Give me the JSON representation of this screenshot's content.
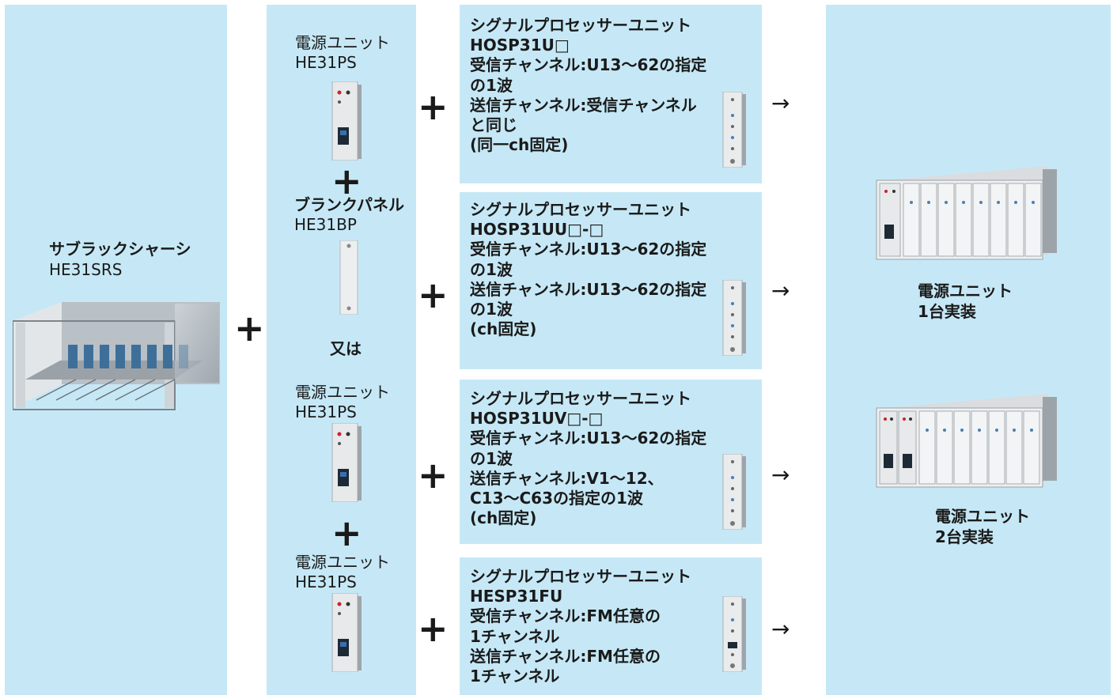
{
  "chassis": {
    "title": "サブラックシャーシ",
    "model": "HE31SRS"
  },
  "power_col": {
    "top": {
      "title": "電源ユニット",
      "model": "HE31PS"
    },
    "blank": {
      "title": "ブランクパネル",
      "model": "HE31BP"
    },
    "or_text": "又は",
    "lower1": {
      "title": "電源ユニット",
      "model": "HE31PS"
    },
    "lower2": {
      "title": "電源ユニット",
      "model": "HE31PS"
    }
  },
  "processors": [
    {
      "lines": [
        "シグナルプロセッサーユニット",
        "HOSP31U□",
        "受信チャンネル:U13～62の指定",
        "の1波",
        "送信チャンネル:受信チャンネル",
        "と同じ",
        "(同一ch固定)"
      ]
    },
    {
      "lines": [
        "シグナルプロセッサーユニット",
        "HOSP31UU□-□",
        "受信チャンネル:U13～62の指定",
        "の1波",
        "送信チャンネル:U13～62の指定",
        "の1波",
        "(ch固定)"
      ]
    },
    {
      "lines": [
        "シグナルプロセッサーユニット",
        "HOSP31UV□-□",
        "受信チャンネル:U13～62の指定",
        "の1波",
        "送信チャンネル:V1～12、",
        "C13～C63の指定の1波",
        "(ch固定)"
      ]
    },
    {
      "lines": [
        "シグナルプロセッサーユニット",
        "HESP31FU",
        "受信チャンネル:FM任意の",
        "1チャンネル",
        "送信チャンネル:FM任意の",
        "1チャンネル"
      ]
    }
  ],
  "results": [
    {
      "line1": "電源ユニット",
      "line2": "1台実装"
    },
    {
      "line1": "電源ユニット",
      "line2": "2台実装"
    }
  ],
  "symbols": {
    "plus": "+",
    "arrow": "→"
  },
  "colors": {
    "panel": "#c6e8f6"
  }
}
